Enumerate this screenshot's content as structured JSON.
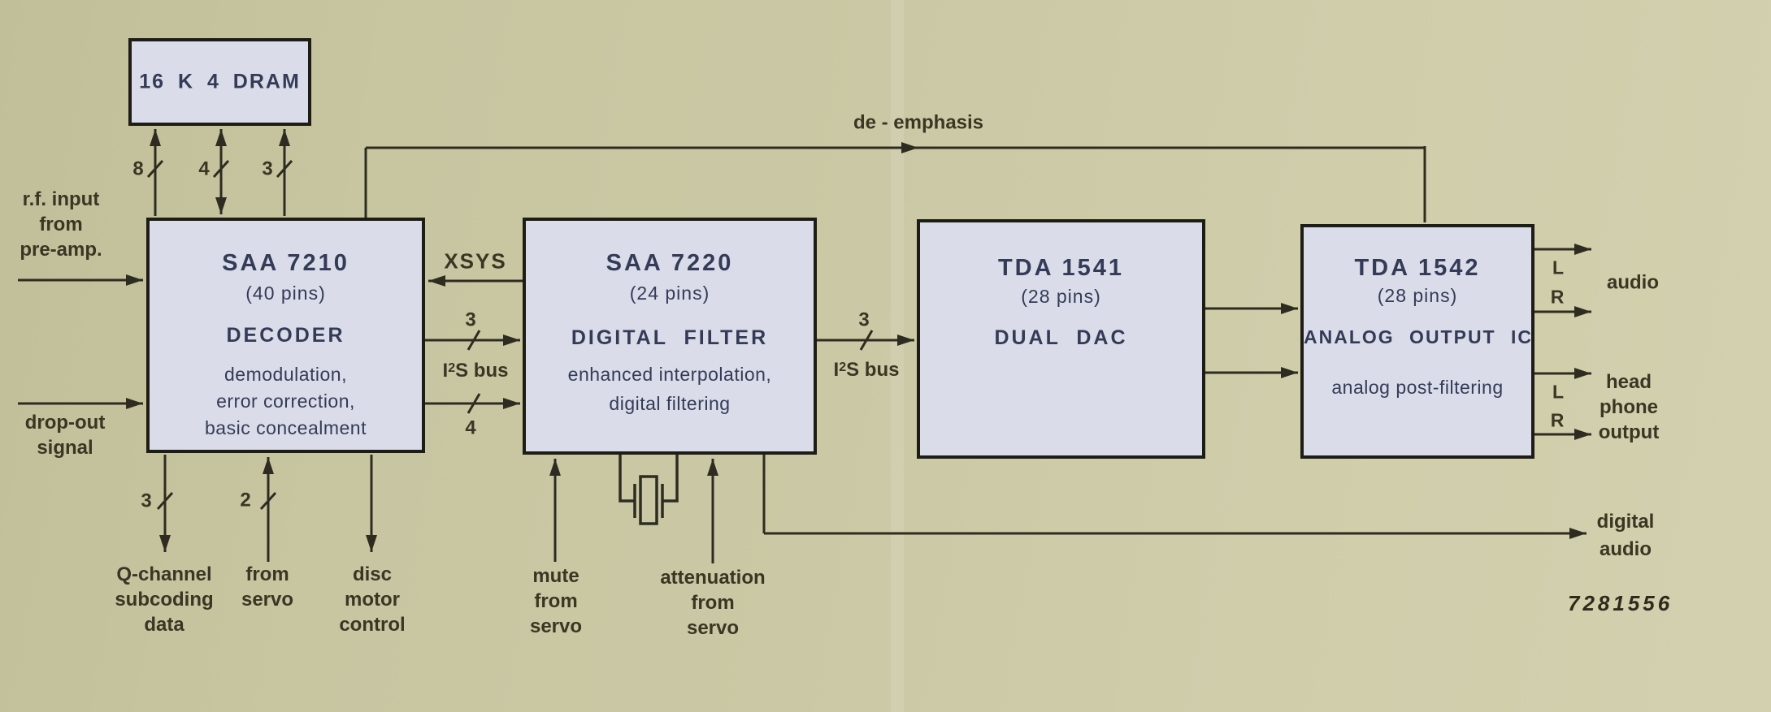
{
  "palette": {
    "background": "#cac8a4",
    "block_fill": "#dadce9",
    "block_border": "#1d1c15",
    "wire": "#2e2c20",
    "label_text": "#3a3624",
    "block_text": "#343b57"
  },
  "blocks": {
    "dram": {
      "title": "16 K 4 DRAM"
    },
    "saa7210": {
      "title": "SAA 7210",
      "pins": "(40 pins)",
      "role": "DECODER",
      "desc": [
        "demodulation,",
        "error correction,",
        "basic concealment"
      ]
    },
    "saa7220": {
      "title": "SAA 7220",
      "pins": "(24 pins)",
      "role": "DIGITAL FILTER",
      "desc": [
        "enhanced interpolation,",
        "digital filtering"
      ]
    },
    "tda1541": {
      "title": "TDA 1541",
      "pins": "(28 pins)",
      "role": "DUAL DAC"
    },
    "tda1542": {
      "title": "TDA 1542",
      "pins": "(28 pins)",
      "role": "ANALOG OUTPUT IC",
      "desc": [
        "analog post-filtering"
      ]
    }
  },
  "buses": {
    "dram_left_width": "8",
    "dram_mid_width": "4",
    "dram_right_width": "3",
    "xsys": "XSYS",
    "i2s_a_width": "3",
    "i2s_a": {
      "base": "I",
      "sup": "2",
      "rest": "S bus"
    },
    "i2s_b_width": "4",
    "i2s_c_width": "3",
    "i2s_c": {
      "base": "I",
      "sup": "2",
      "rest": "S bus"
    },
    "q_width": "3",
    "servo_width": "2",
    "de_emphasis": "de - emphasis"
  },
  "io": {
    "rf_input": [
      "r.f. input",
      "from",
      "pre-amp."
    ],
    "drop_out": [
      "drop-out",
      "signal"
    ],
    "q_channel": [
      "Q-channel",
      "subcoding",
      "data"
    ],
    "from_servo": [
      "from",
      "servo"
    ],
    "disc_motor": [
      "disc",
      "motor",
      "control"
    ],
    "mute": [
      "mute",
      "from",
      "servo"
    ],
    "attenuation": [
      "attenuation",
      "from",
      "servo"
    ],
    "audio_left": "L",
    "audio_right": "R",
    "audio": "audio",
    "hp_left": "L",
    "hp_right": "R",
    "headphone": [
      "head",
      "phone",
      "output"
    ],
    "digital_audio": [
      "digital",
      "audio"
    ],
    "figure_number": "7281556"
  }
}
